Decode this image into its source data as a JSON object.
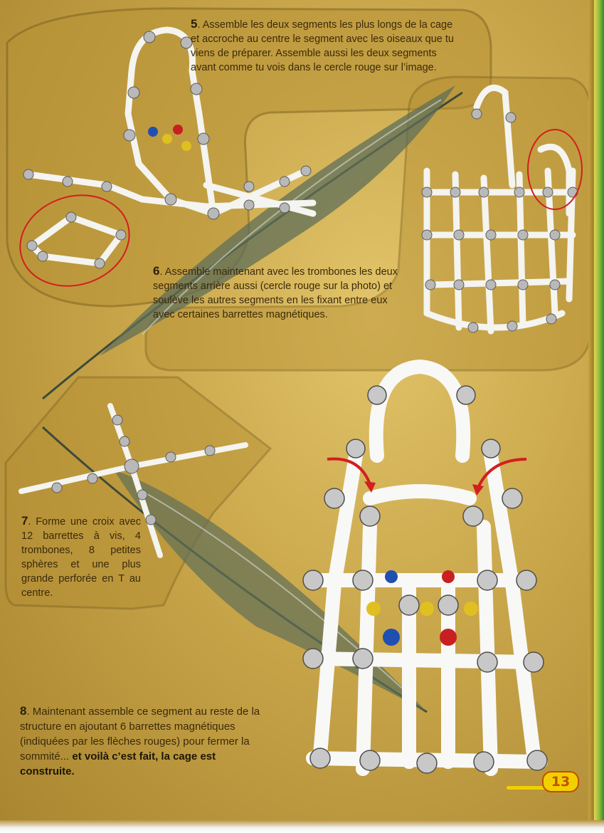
{
  "steps": {
    "step5": {
      "number": "5",
      "text": ". Assemble les deux segments les plus longs de la cage et accroche au centre le segment avec les oiseaux que tu viens de préparer. Assemble aussi les deux segments avant comme tu vois dans le cercle rouge sur l’image."
    },
    "step6": {
      "number": "6",
      "text": ". Assemble maintenant avec les trombones les deux segments arrière aussi (cercle rouge sur la photo) et soulève les autres segments en les fixant entre eux avec certaines barrettes magnétiques."
    },
    "step7": {
      "number": "7",
      "text": ". Forme une croix avec 12 barrettes à vis, 4 trombones, 8 petites sphères et une plus grande perforée en T au centre."
    },
    "step8": {
      "number": "8",
      "text": ". Maintenant assemble ce segment au reste de la structure en ajoutant 6 barrettes magnétiques (indiquées par les flèches rouges) pour fermer la sommité... ",
      "bold_text": "et voilà c’est fait, la cage est construite."
    }
  },
  "page_number": "13",
  "colors": {
    "background": "#c9a64a",
    "highlight_circle": "#d21f1f",
    "arrow": "#d21f1f",
    "page_badge": "#f2d000"
  },
  "icons": [
    "feather-illustration",
    "cage-model-photo",
    "cross-model-photo",
    "red-arrow-icon"
  ]
}
